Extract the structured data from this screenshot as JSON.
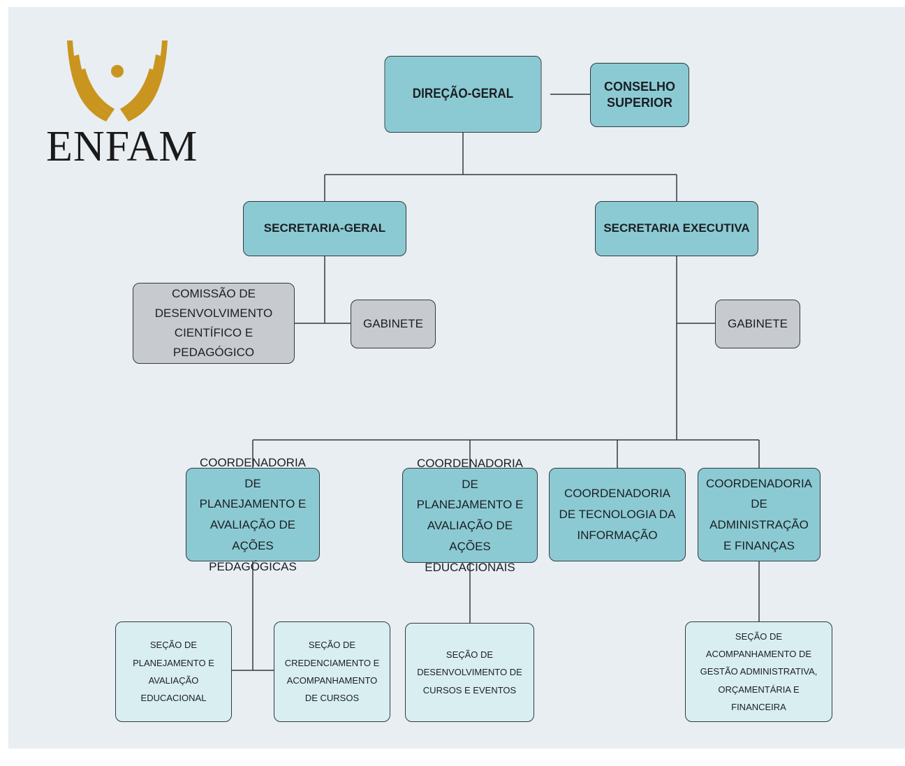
{
  "logo": {
    "text": "ENFAM",
    "accent": "#c9951e"
  },
  "colors": {
    "box_primary": "#8ccad3",
    "box_gray": "#c7cbcf",
    "box_light": "#d9eef1",
    "background": "#e9eef2",
    "line": "#2f3a40"
  },
  "nodes": {
    "direcao_geral": "DIREÇÃO-GERAL",
    "conselho_superior": [
      "CONSELHO",
      "SUPERIOR"
    ],
    "secretaria_geral": "SECRETARIA-GERAL",
    "secretaria_executiva": "SECRETARIA EXECUTIVA",
    "comissao": [
      "COMISSÃO DE",
      "DESENVOLVIMENTO",
      "CIENTÍFICO E PEDAGÓGICO"
    ],
    "gabinete_sg": "GABINETE",
    "gabinete_se": "GABINETE",
    "coord_pedagogicas": [
      "COORDENADORIA DE",
      "PLANEJAMENTO E",
      "AVALIAÇÃO DE AÇÕES",
      "PEDAGÓGICAS"
    ],
    "coord_educacionais": [
      "COORDENADORIA DE",
      "PLANEJAMENTO E",
      "AVALIAÇÃO DE AÇÕES",
      "EDUCACIONAIS"
    ],
    "coord_ti": [
      "COORDENADORIA",
      "DE TECNOLOGIA DA",
      "INFORMAÇÃO"
    ],
    "coord_adm": [
      "COORDENADORIA",
      "DE ADMINISTRAÇÃO",
      "E FINANÇAS"
    ],
    "secao_planejamento": [
      "SEÇÃO DE",
      "PLANEJAMENTO E",
      "AVALIAÇÃO",
      "EDUCACIONAL"
    ],
    "secao_credenciamento": [
      "SEÇÃO DE",
      "CREDENCIAMENTO E",
      "ACOMPANHAMENTO",
      "DE CURSOS"
    ],
    "secao_desenvolvimento": [
      "SEÇÃO DE",
      "DESENVOLVIMENTO DE",
      "CURSOS E EVENTOS"
    ],
    "secao_gestao": [
      "SEÇÃO DE",
      "ACOMPANHAMENTO DE",
      "GESTÃO ADMINISTRATIVA,",
      "ORÇAMENTÁRIA E FINANCEIRA"
    ]
  }
}
